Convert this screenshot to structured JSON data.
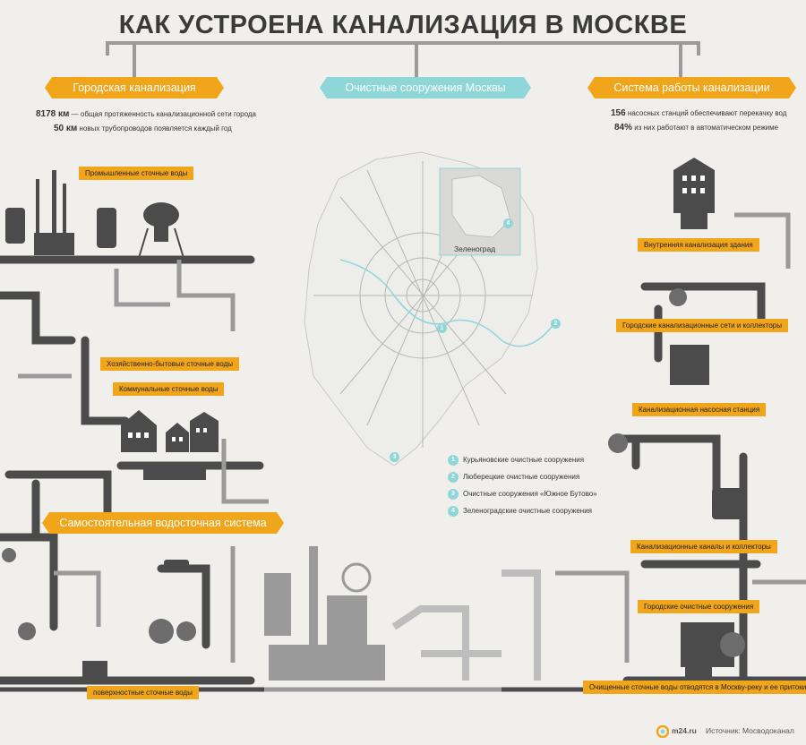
{
  "title": "КАК УСТРОЕНА КАНАЛИЗАЦИЯ В МОСКВЕ",
  "sections": {
    "city": "Городская канализация",
    "plants": "Очистные сооружения Москвы",
    "system": "Система работы канализации"
  },
  "stats_left": [
    {
      "value": "8178 км",
      "text": "— общая протяженность канализационной сети города"
    },
    {
      "value": "50 км",
      "text": "новых трубопроводов появляется каждый год"
    }
  ],
  "stats_right": [
    {
      "value": "156",
      "text": "насосных станций обеспечивают перекачку вод"
    },
    {
      "value": "84%",
      "text": "из них работают в автоматическом режиме"
    }
  ],
  "left_labels": {
    "industrial": "Промышленные сточные воды",
    "household": "Хозяйственно-бытовые сточные воды",
    "communal": "Коммунальные сточные воды",
    "storm": "Самостоятельная водосточная система",
    "surface": "поверхностные сточные воды"
  },
  "right_labels": {
    "internal": "Внутренняя канализация здания",
    "city_networks": "Городские канализационные сети и коллекторы",
    "pump": "Канализационная насосная станция",
    "channels": "Канализационные каналы и коллекторы",
    "treatment": "Городские очистные сооружения",
    "outflow": "Очищенные сточные воды отводятся в Москву-реку и ее притоки"
  },
  "map": {
    "inset_label": "Зеленоград",
    "markers": [
      "1",
      "2",
      "3",
      "4"
    ]
  },
  "legend": [
    {
      "num": "1",
      "text": "Курьяновские очистные сооружения"
    },
    {
      "num": "2",
      "text": "Люберецкие очистные сооружения"
    },
    {
      "num": "3",
      "text": "Очистные сооружения «Южное Бутово»"
    },
    {
      "num": "4",
      "text": "Зеленоградские очистные сооружения"
    }
  ],
  "footer": {
    "logo": "m24.ru",
    "source": "Источник: Мосводоканал"
  },
  "colors": {
    "orange": "#f1a51b",
    "teal": "#8fd6d9",
    "pipe_dark": "#4b4b4b",
    "pipe_light": "#9a9a9a",
    "background": "#f1efec"
  }
}
